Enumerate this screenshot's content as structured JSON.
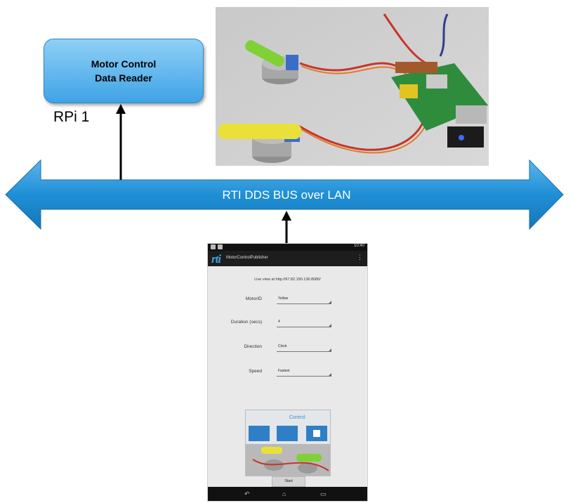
{
  "node": {
    "title_line1": "Motor Control",
    "title_line2": "Data Reader",
    "label": "RPi 1"
  },
  "bus": {
    "label": "RTI DDS BUS over LAN"
  },
  "phone": {
    "status_time": "10:40",
    "logo_text": "rti",
    "app_title": "MotorControlPublisher",
    "live_view": "Live view at http://97.82.150.136:8080/",
    "fields": [
      {
        "label": "MotorID",
        "value": "Yellow"
      },
      {
        "label": "Duration (secs)",
        "value": "4"
      },
      {
        "label": "Direction",
        "value": "Clock"
      },
      {
        "label": "Speed",
        "value": "Fastest"
      }
    ],
    "thumbnail_caption": "Control",
    "start_button": "Start"
  },
  "colors": {
    "bus_blue": "#1f8fd6",
    "node_blue": "#5fb6ee"
  },
  "icons": [
    "arrow-up-icon",
    "back-icon",
    "home-icon",
    "recents-icon",
    "menu-dots-icon"
  ]
}
